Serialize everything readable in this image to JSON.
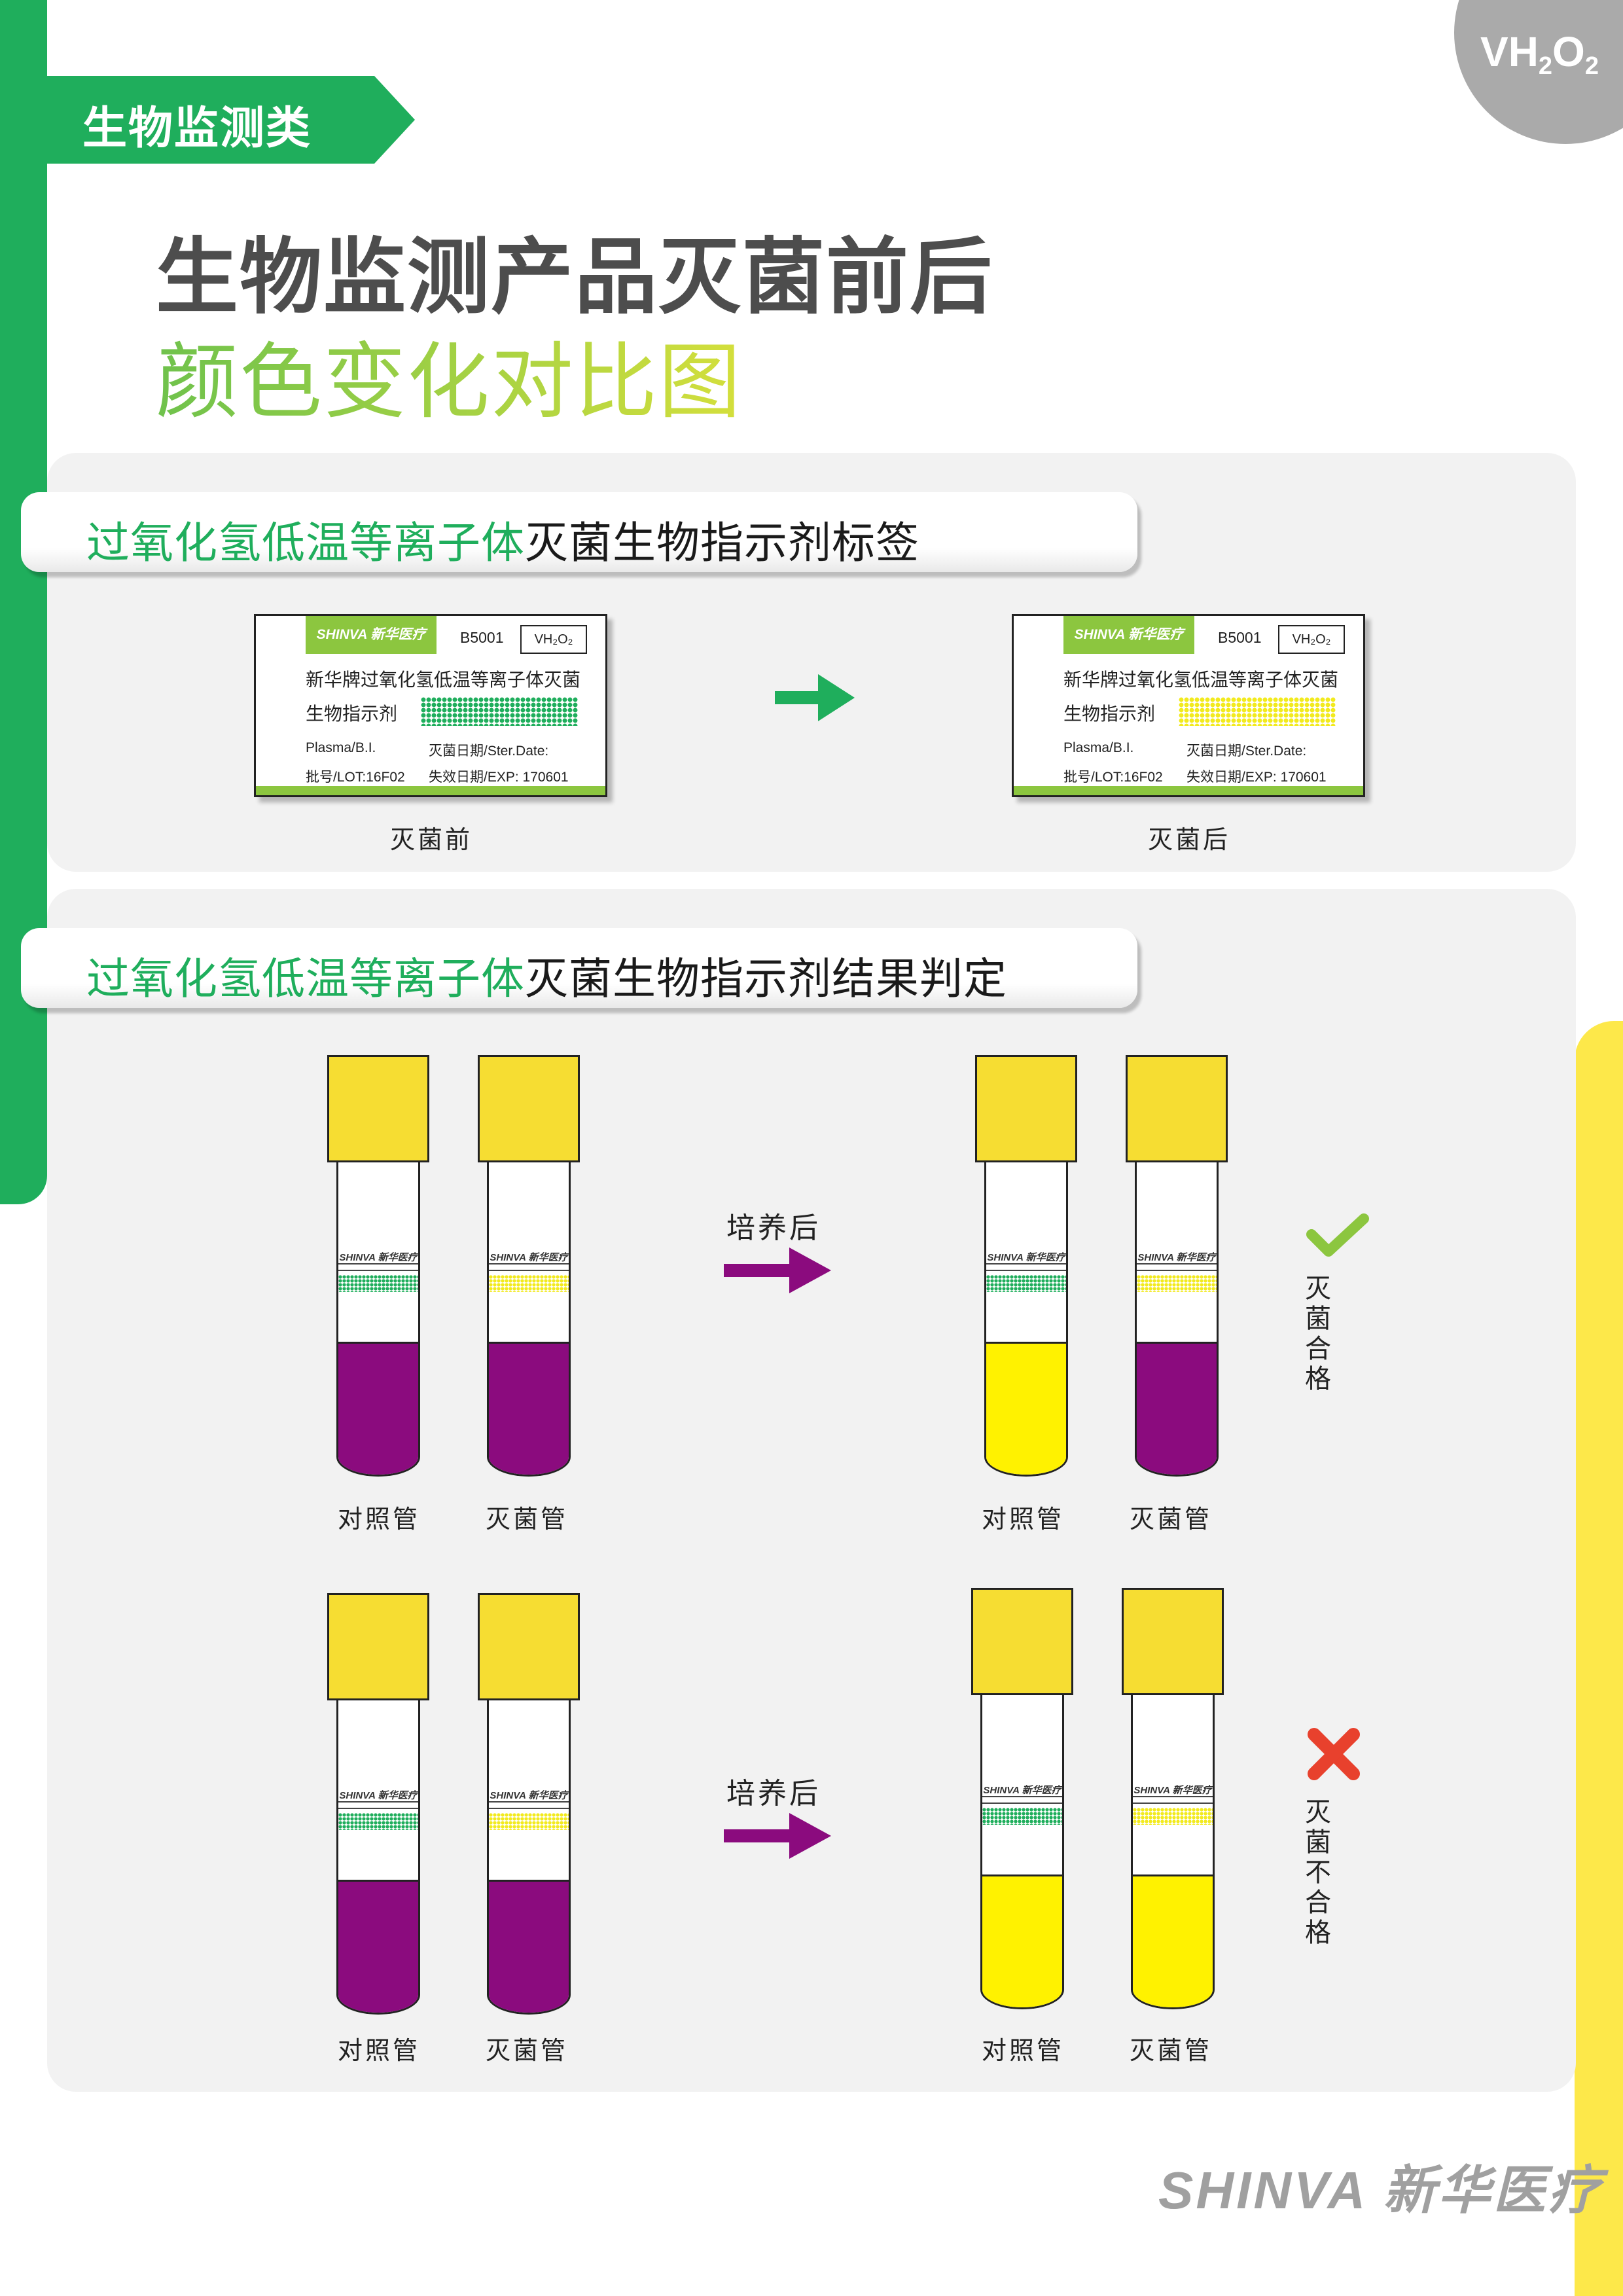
{
  "corner_badge": {
    "base": "VH",
    "sub1": "2",
    "mid": "O",
    "sub2": "2"
  },
  "category_tag": "生物监测类",
  "title": {
    "line1": "生物监测产品灭菌前后",
    "line2": "颜色变化对比图"
  },
  "section1": {
    "title_highlight": "过氧化氢低温等离子体",
    "title_rest": "灭菌生物指示剂标签",
    "before_caption": "灭菌前",
    "after_caption": "灭菌后",
    "label": {
      "brand": "SHINVA 新华医疗",
      "code": "B5001",
      "type_box": "VH₂O₂",
      "line1": "新华牌过氧化氢低温等离子体灭菌",
      "line2": "生物指示剂",
      "plasma": "Plasma/B.I.",
      "ster_date": "灭菌日期/Ster.Date:",
      "lot": "批号/LOT:16F02",
      "exp": "失效日期/EXP: 170601"
    }
  },
  "section2": {
    "title_highlight": "过氧化氢低温等离子体",
    "title_rest": "灭菌生物指示剂结果判定",
    "after_culture": "培养后",
    "control_tube": "对照管",
    "sterile_tube": "灭菌管",
    "tube_brand": "SHINVA 新华医疗",
    "pass_result": "灭菌合格",
    "fail_result": "灭菌不合格"
  },
  "colors": {
    "green": "#1fae5c",
    "purple": "#8b0b7e",
    "yellow": "#fff200",
    "cap_yellow": "#f6dd32",
    "check_green": "#8cc63f",
    "cross_red": "#e8412d"
  },
  "icons": {
    "check": "check-icon",
    "cross": "cross-icon",
    "arrow_green": "arrow-right-icon",
    "arrow_purple": "arrow-right-icon"
  },
  "footer": {
    "brand": "SHINVA 新华医疗"
  }
}
